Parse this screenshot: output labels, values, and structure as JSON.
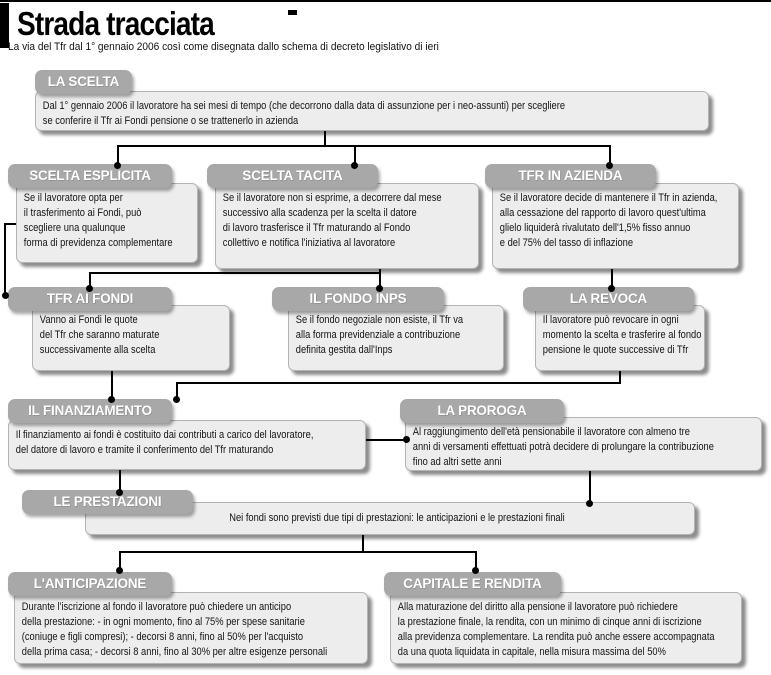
{
  "page": {
    "title": "Strada tracciata",
    "subtitle": "La via del Tfr dal 1° gennaio 2006 così come disegnata dallo schema di decreto legislativo di ieri"
  },
  "colors": {
    "header_bg": "#a8a8a8",
    "header_text": "#ffffff",
    "body_bg": "#ededed",
    "body_border": "#b3b3b3",
    "connector": "#000000"
  },
  "nodes": {
    "la_scelta": {
      "label": "LA SCELTA",
      "body": "Dal 1° gennaio 2006 il lavoratore ha sei mesi di tempo (che decorrono dalla data di assunzione per i neo-assunti) per scegliere\nse conferire il Tfr ai Fondi pensione o se trattenerlo in azienda"
    },
    "scelta_esplicita": {
      "label": "SCELTA ESPLICITA",
      "body": "Se il lavoratore opta per\nil trasferimento ai Fondi, può\nscegliere una qualunque\nforma di previdenza complementare"
    },
    "scelta_tacita": {
      "label": "SCELTA TACITA",
      "body": "Se il lavoratore non si esprime, a decorrere dal mese\nsuccessivo alla scadenza per la scelta il datore\ndi lavoro trasferisce il Tfr maturando al Fondo\ncollettivo e notifica l'iniziativa al lavoratore"
    },
    "tfr_in_azienda": {
      "label": "TFR IN AZIENDA",
      "body": "Se il lavoratore decide di mantenere il Tfr in azienda,\nalla cessazione del rapporto di lavoro quest'ultima\nglielo liquiderà rivalutato dell'1,5% fisso annuo\ne del 75% del tasso di inflazione"
    },
    "tfr_ai_fondi": {
      "label": "TFR AI FONDI",
      "body": "Vanno ai Fondi le quote\ndel Tfr che saranno maturate\nsuccessivamente alla scelta"
    },
    "il_fondo_inps": {
      "label": "IL FONDO INPS",
      "body": "Se il fondo negoziale non esiste, il Tfr va\nalla forma previdenziale a contribuzione\ndefinita gestita dall'Inps"
    },
    "la_revoca": {
      "label": "LA REVOCA",
      "body": "Il lavoratore può revocare in ogni\nmomento la scelta e trasferire al fondo\npensione le quote successive di Tfr"
    },
    "il_finanziamento": {
      "label": "IL FINANZIAMENTO",
      "body": "Il finanziamento ai fondi è costituito dai contributi a carico del lavoratore,\ndel datore di lavoro e tramite il conferimento del Tfr maturando"
    },
    "la_proroga": {
      "label": "LA PROROGA",
      "body": "Al raggiungimento dell'età pensionabile il lavoratore con almeno tre\nanni di versamenti effettuati potrà decidere di prolungare la contribuzione\nfino ad altri sette anni"
    },
    "le_prestazioni": {
      "label": "LE PRESTAZIONI",
      "body": "Nei fondi sono previsti due tipi di prestazioni: le anticipazioni e le prestazioni finali"
    },
    "l_anticipazione": {
      "label": "L'ANTICIPAZIONE",
      "body": "Durante l'iscrizione al fondo il lavoratore può chiedere un anticipo\ndella prestazione: - in ogni momento, fino al 75% per spese sanitarie\n(coniuge e figli compresi); - decorsi 8 anni, fino al 50% per l'acquisto\ndella prima casa; - decorsi 8 anni, fino al 30% per altre esigenze personali"
    },
    "capitale_e_rendita": {
      "label": "CAPITALE E RENDITA",
      "body": "Alla maturazione del diritto alla pensione il lavoratore può richiedere\nla prestazione finale, la rendita, con un minimo di cinque anni di iscrizione\nalla previdenza complementare. La rendita può anche essere accompagnata\nda una quota liquidata in capitale, nella misura massima del 50%"
    }
  }
}
